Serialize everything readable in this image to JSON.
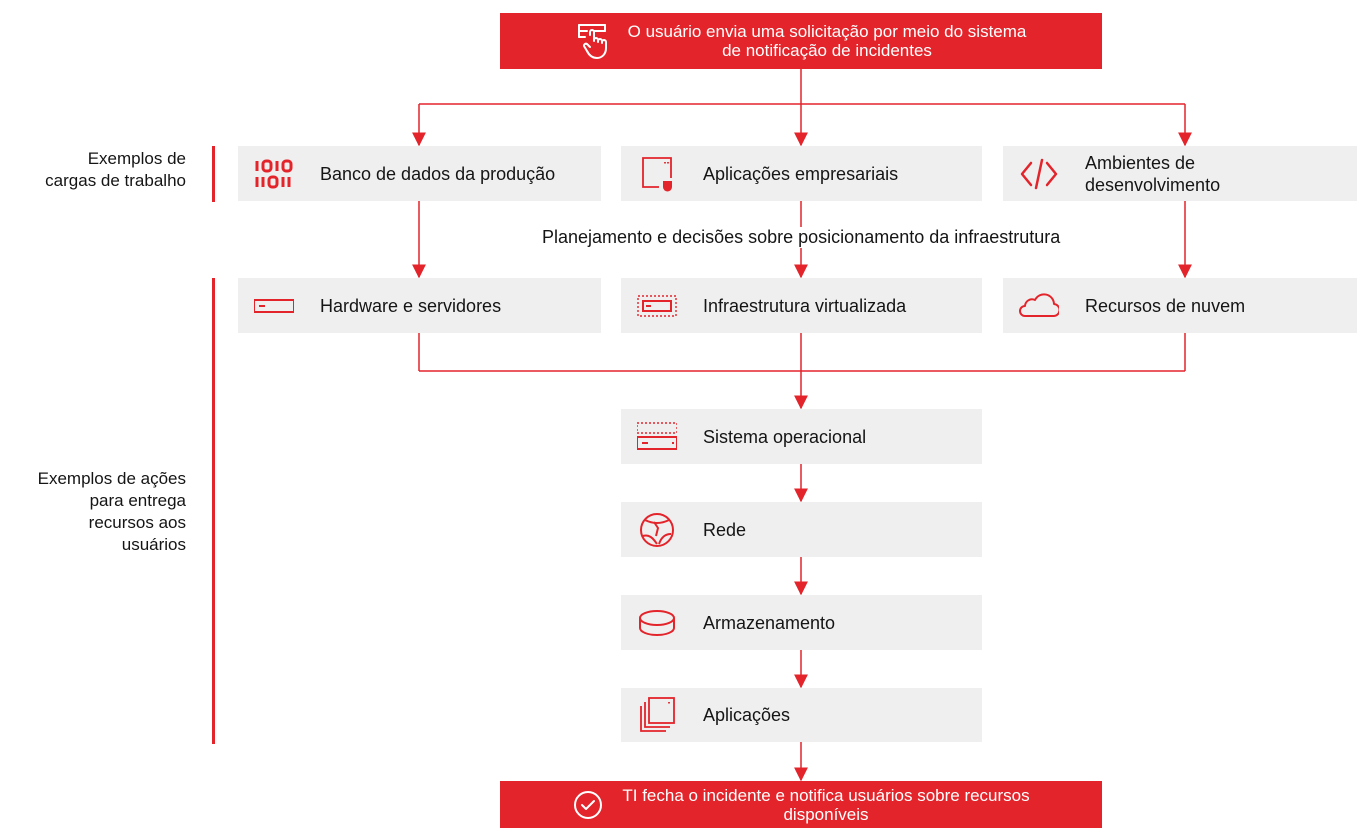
{
  "header": {
    "text_line1": "O usuário envia uma solicitação por meio do sistema",
    "text_line2": "de notificação de incidentes",
    "icon": "hand-touch-form-icon"
  },
  "footer": {
    "text_line1": "TI fecha o incidente e notifica usuários sobre recursos",
    "text_line2": "disponíveis",
    "icon": "check-circle-icon"
  },
  "side_labels": {
    "workloads": [
      "Exemplos de",
      "cargas de trabalho"
    ],
    "actions": [
      "Exemplos de ações",
      "para entrega",
      "recursos aos",
      "usuários"
    ]
  },
  "workloads": [
    {
      "label": "Banco de dados da produção",
      "icon": "binary-data-icon"
    },
    {
      "label": "Aplicações empresariais",
      "icon": "app-window-shield-icon"
    },
    {
      "label_line1": "Ambientes de",
      "label_line2": "desenvolvimento",
      "icon": "code-brackets-icon"
    }
  ],
  "planning_label": "Planejamento e decisões sobre posicionamento da infraestrutura",
  "infrastructure": [
    {
      "label": "Hardware e servidores",
      "icon": "server-icon"
    },
    {
      "label": "Infraestrutura virtualizada",
      "icon": "virtual-server-icon"
    },
    {
      "label": "Recursos de nuvem",
      "icon": "cloud-icon"
    }
  ],
  "actions": [
    {
      "label": "Sistema operacional",
      "icon": "operating-system-icon"
    },
    {
      "label": "Rede",
      "icon": "network-globe-icon"
    },
    {
      "label": "Armazenamento",
      "icon": "storage-disk-icon"
    },
    {
      "label": "Aplicações",
      "icon": "stacked-windows-icon"
    }
  ],
  "colors": {
    "accent": "#e3242b",
    "box": "#efefef",
    "text": "#151515"
  }
}
